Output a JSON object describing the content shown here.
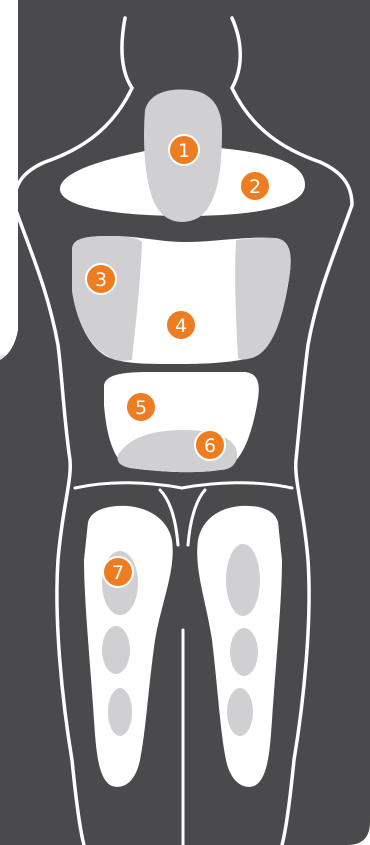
{
  "colors": {
    "panel": "#4a4a4c",
    "outline": "#ffffff",
    "zone_fill": "#ffffff",
    "zone_shade": "#d0d0d2",
    "marker": "#ee7d22",
    "marker_ring": "#ffffff",
    "left_strip": "#e6e6e8"
  },
  "markers": [
    {
      "label": "1",
      "name": "neck-upper-chest-zone"
    },
    {
      "label": "2",
      "name": "shoulder-zone"
    },
    {
      "label": "3",
      "name": "side-torso-zone"
    },
    {
      "label": "4",
      "name": "abdomen-zone"
    },
    {
      "label": "5",
      "name": "lower-abdomen-zone"
    },
    {
      "label": "6",
      "name": "hip-zone"
    },
    {
      "label": "7",
      "name": "thigh-zone"
    }
  ]
}
